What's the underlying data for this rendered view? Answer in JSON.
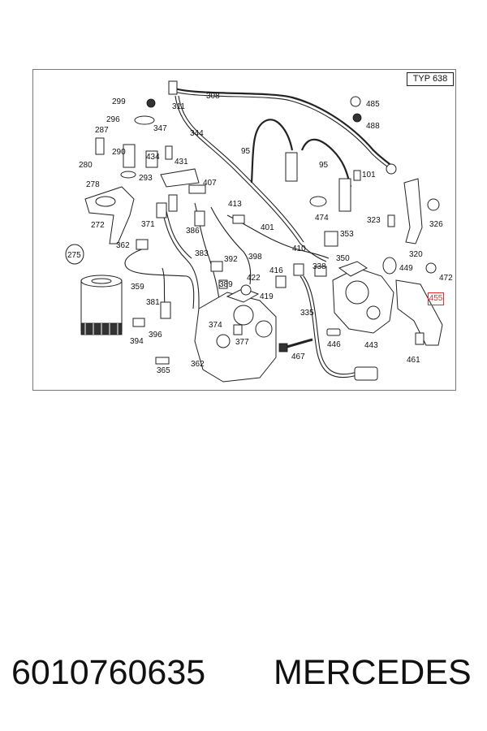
{
  "diagram": {
    "model_label": "TYP 638",
    "highlighted_part": "455",
    "callouts": [
      {
        "id": "c299",
        "label": "299"
      },
      {
        "id": "c311",
        "label": "311"
      },
      {
        "id": "c308",
        "label": "308"
      },
      {
        "id": "c296",
        "label": "296"
      },
      {
        "id": "c347",
        "label": "347"
      },
      {
        "id": "c344",
        "label": "344"
      },
      {
        "id": "c287",
        "label": "287"
      },
      {
        "id": "c290",
        "label": "290"
      },
      {
        "id": "c434",
        "label": "434"
      },
      {
        "id": "c431",
        "label": "431"
      },
      {
        "id": "c280",
        "label": "280"
      },
      {
        "id": "c293",
        "label": "293"
      },
      {
        "id": "c278",
        "label": "278"
      },
      {
        "id": "c407",
        "label": "407"
      },
      {
        "id": "c413",
        "label": "413"
      },
      {
        "id": "c95a",
        "label": "95"
      },
      {
        "id": "c95b",
        "label": "95"
      },
      {
        "id": "c101",
        "label": "101"
      },
      {
        "id": "c485",
        "label": "485"
      },
      {
        "id": "c488",
        "label": "488"
      },
      {
        "id": "c272",
        "label": "272"
      },
      {
        "id": "c371",
        "label": "371"
      },
      {
        "id": "c386",
        "label": "386"
      },
      {
        "id": "c401",
        "label": "401"
      },
      {
        "id": "c474",
        "label": "474"
      },
      {
        "id": "c323",
        "label": "323"
      },
      {
        "id": "c326",
        "label": "326"
      },
      {
        "id": "c353",
        "label": "353"
      },
      {
        "id": "c275",
        "label": "275"
      },
      {
        "id": "c362a",
        "label": "362"
      },
      {
        "id": "c383",
        "label": "383"
      },
      {
        "id": "c392",
        "label": "392"
      },
      {
        "id": "c398",
        "label": "398"
      },
      {
        "id": "c410",
        "label": "410"
      },
      {
        "id": "c320",
        "label": "320"
      },
      {
        "id": "c338",
        "label": "338"
      },
      {
        "id": "c350",
        "label": "350"
      },
      {
        "id": "c449",
        "label": "449"
      },
      {
        "id": "c472",
        "label": "472"
      },
      {
        "id": "c416",
        "label": "416"
      },
      {
        "id": "c422",
        "label": "422"
      },
      {
        "id": "c359",
        "label": "359"
      },
      {
        "id": "c389",
        "label": "389"
      },
      {
        "id": "c419",
        "label": "419"
      },
      {
        "id": "c381",
        "label": "381"
      },
      {
        "id": "c335",
        "label": "335"
      },
      {
        "id": "c374",
        "label": "374"
      },
      {
        "id": "c396",
        "label": "396"
      },
      {
        "id": "c394",
        "label": "394"
      },
      {
        "id": "c377",
        "label": "377"
      },
      {
        "id": "c446",
        "label": "446"
      },
      {
        "id": "c443",
        "label": "443"
      },
      {
        "id": "c467",
        "label": "467"
      },
      {
        "id": "c461",
        "label": "461"
      },
      {
        "id": "c362b",
        "label": "362"
      },
      {
        "id": "c365",
        "label": "365"
      }
    ]
  },
  "footer": {
    "part_number": "6010760635",
    "brand": "MERCEDES"
  }
}
